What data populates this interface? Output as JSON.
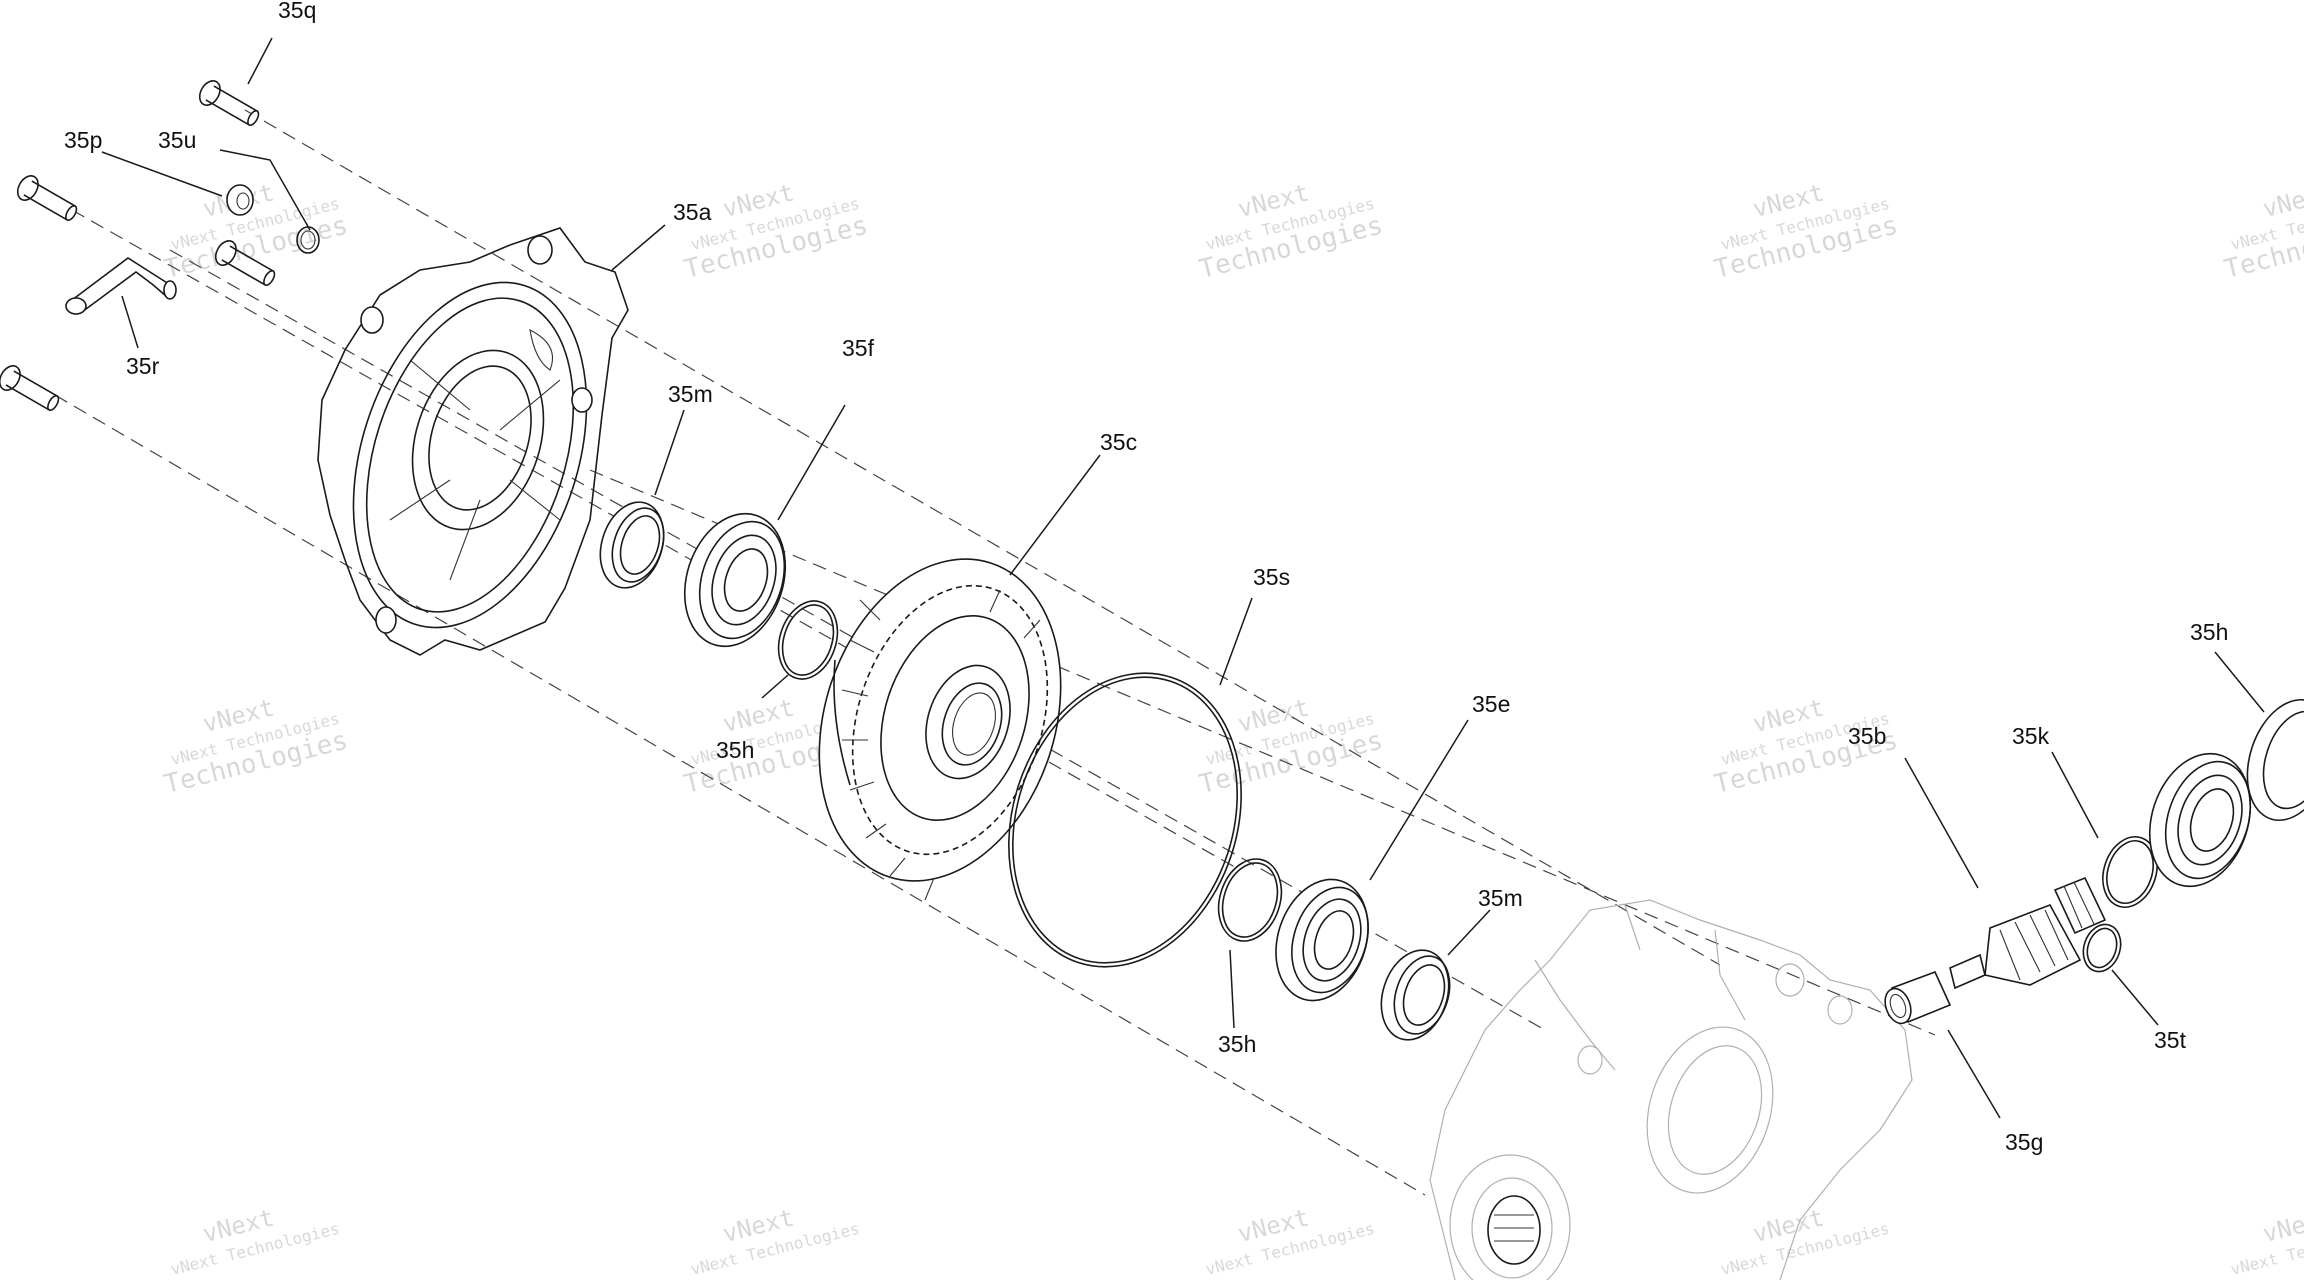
{
  "watermark": {
    "line1": "vNext",
    "line2": "vNext Technologies",
    "line3": "Technologies"
  },
  "callouts": {
    "c35q": "35q",
    "c35p": "35p",
    "c35u": "35u",
    "c35r": "35r",
    "c35a": "35a",
    "c35m_top": "35m",
    "c35f": "35f",
    "c35c": "35c",
    "c35s": "35s",
    "c35h_left": "35h",
    "c35e": "35e",
    "c35m_bottom": "35m",
    "c35h_bottom": "35h",
    "c35b": "35b",
    "c35k": "35k",
    "c35h_right": "35h",
    "c35t": "35t",
    "c35g": "35g"
  }
}
